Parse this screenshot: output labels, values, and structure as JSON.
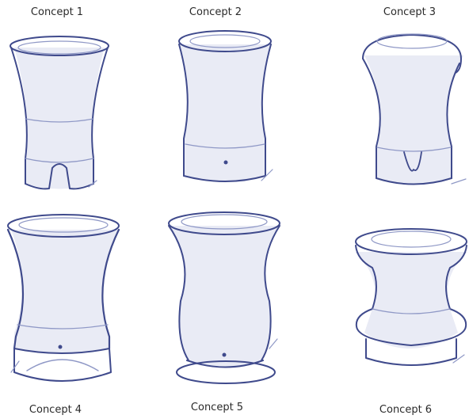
{
  "concepts": [
    {
      "label": "Concept 1"
    },
    {
      "label": "Concept 2"
    },
    {
      "label": "Concept 3"
    },
    {
      "label": "Concept 4"
    },
    {
      "label": "Concept 5"
    },
    {
      "label": "Concept 6"
    }
  ],
  "colors": {
    "ink": "#3f4a8c",
    "soft": "#8f98c6",
    "background": "#ffffff"
  }
}
